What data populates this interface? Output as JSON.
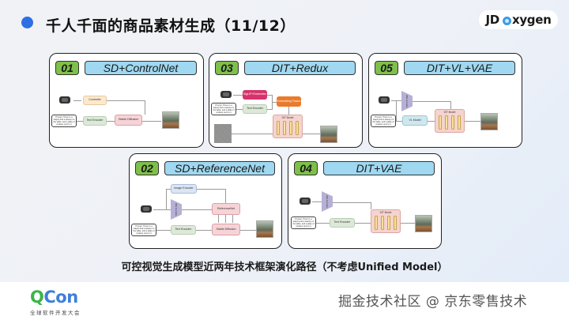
{
  "header": {
    "title": "千人千面的商品素材生成（11/12）",
    "logo": {
      "prefix": "JD",
      "suffix": "xygen"
    }
  },
  "cards": [
    {
      "num": "01",
      "name": "SD+ControlNet",
      "nodes": {
        "controller": "Controller",
        "text_encoder": "Text Encoder",
        "stable_diffusion": "Stable Diffusion",
        "prompt": "Prompt: There is a teapot and a teacup on the table, and a plate of cookies next to it"
      }
    },
    {
      "num": "02",
      "name": "SD+ReferenceNet",
      "nodes": {
        "image_encoder": "Image Encoder",
        "vae_encoder": "VAE Encoder",
        "referencenet": "ReferenceNet",
        "text_encoder": "Text Encoder",
        "stable_diffusion": "Stable Diffusion",
        "prompt": "Prompt: There is a teapot and a teacup on the table, and a plate of cookies next to it"
      }
    },
    {
      "num": "03",
      "name": "DIT+Redux",
      "nodes": {
        "siglip": "SigLIP+Embedder",
        "text_encoder": "Text Encoder",
        "embedding_fusion": "Embedding Fusion",
        "dit_model": "DIT Model",
        "prompt": "Prompt: There is a teapot and a teacup on the table, and a plate of cookies next to it"
      }
    },
    {
      "num": "04",
      "name": "DIT+VAE",
      "nodes": {
        "vae_encoder": "VAE Encoder",
        "text_encoder": "Text Encoder",
        "dit_model": "DIT Model",
        "prompt": "Prompt: There is a teapot and a teacup on the table, and a plate of cookies next to it"
      }
    },
    {
      "num": "05",
      "name": "DIT+VL+VAE",
      "nodes": {
        "vae_encoder": "VAE Encoder",
        "vl_model": "VL Model",
        "dit_model": "DIT Model",
        "prompt": "Prompt: There is a teapot and a teacup on the table, and a plate of cookies next to it"
      }
    }
  ],
  "caption": "可控视觉生成模型近两年技术框架演化路径（不考虑Unified Model）",
  "footer": {
    "qcon_q": "Q",
    "qcon_rest": "Con",
    "qcon_sub": "全球软件开发大会",
    "watermark": "掘金技术社区 @ 京东零售技术"
  },
  "colors": {
    "num_badge": "#7fc04a",
    "name_badge": "#9fd8f0",
    "controller": "#fbe8cf",
    "text_encoder": "#dde9d8",
    "stable_diffusion": "#f6d3d6",
    "siglip": "#d6336c",
    "embedding_fusion": "#ea7b2c",
    "vl_model": "#cfe7ef",
    "image_encoder": "#dbe5f3",
    "vae_encoder": "#b6b0d6",
    "brand_blue": "#2f6fe4",
    "brand_green": "#6cc35a"
  }
}
